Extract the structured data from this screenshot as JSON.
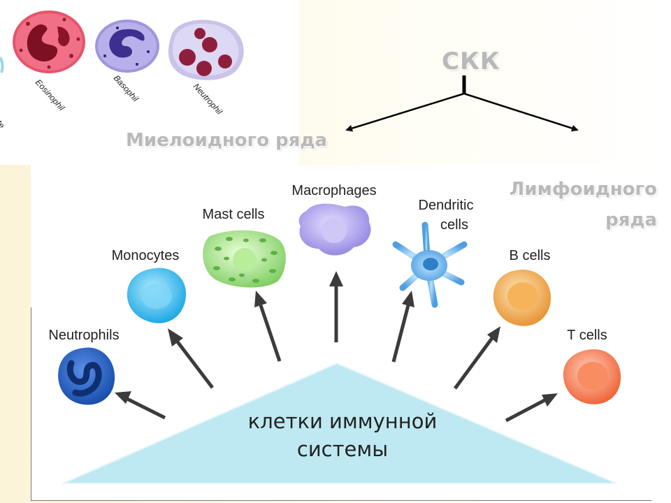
{
  "inset": {
    "left_edge_label": "te",
    "cells": [
      {
        "label": "Eosinophil",
        "color": "#b0253a"
      },
      {
        "label": "Basophil",
        "color": "#8a80cc"
      },
      {
        "label": "Neutrophil",
        "color": "#a9a2d6"
      }
    ]
  },
  "headings": {
    "root": "СКК",
    "myeloid": "Миелоидного ряда",
    "lymphoid_line1": "Лимфоидного",
    "lymphoid_line2": "ряда"
  },
  "base": {
    "line1": "клетки иммунной",
    "line2": "системы",
    "color": "#bfe9f2"
  },
  "cells": [
    {
      "label": "Neutrophils",
      "icon": "neutrophil-cell-icon",
      "color": "#2a63c4"
    },
    {
      "label": "Monocytes",
      "icon": "monocyte-cell-icon",
      "color": "#35b8ea"
    },
    {
      "label": "Mast cells",
      "icon": "mast-cell-icon",
      "color": "#8fd670"
    },
    {
      "label": "Macrophages",
      "icon": "macrophage-cell-icon",
      "color": "#a79be6"
    },
    {
      "label": "Dendritic",
      "label2": "cells",
      "icon": "dendritic-cell-icon",
      "color": "#5aa8e6"
    },
    {
      "label": "B cells",
      "icon": "b-cell-icon",
      "color": "#ee9a36"
    },
    {
      "label": "T cells",
      "icon": "t-cell-icon",
      "color": "#f36a3e"
    }
  ]
}
